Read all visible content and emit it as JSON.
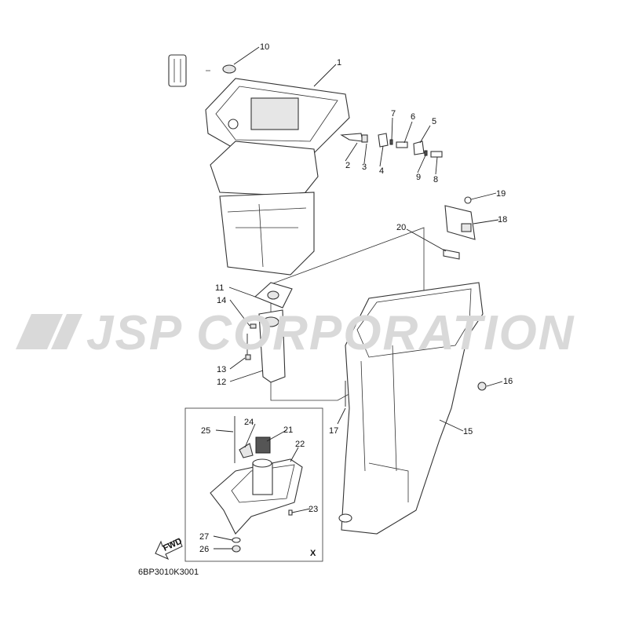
{
  "watermark": "JSP CORPORATION",
  "callouts": {
    "c1": "1",
    "c2": "2",
    "c3": "3",
    "c4": "4",
    "c5": "5",
    "c6": "6",
    "c7": "7",
    "c8": "8",
    "c9": "9",
    "c10": "10",
    "c11": "11",
    "c12": "12",
    "c13": "13",
    "c14": "14",
    "c15": "15",
    "c16": "16",
    "c17": "17",
    "c18": "18",
    "c19": "19",
    "c20": "20",
    "c21": "21",
    "c22": "22",
    "c23": "23",
    "c24": "24",
    "c25": "25",
    "c26": "26",
    "c27": "27"
  },
  "detail_marker": "X",
  "fwd_label": "FWD",
  "diagram_code": "6BP3010K3001"
}
